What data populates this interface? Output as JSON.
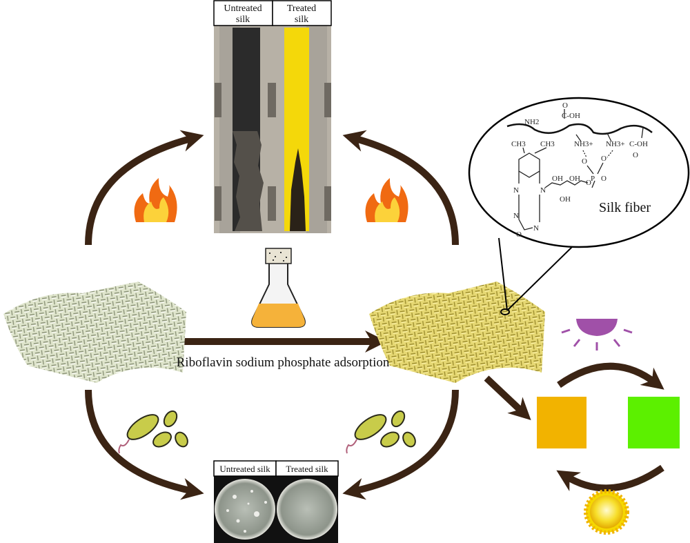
{
  "flame_test": {
    "labels": [
      "Untreated silk",
      "Treated silk"
    ],
    "label_lines": [
      [
        "Untreated",
        "silk"
      ],
      [
        "Treated",
        "silk"
      ]
    ]
  },
  "antibacterial_test": {
    "labels": [
      "Untreated silk",
      "Treated silk"
    ]
  },
  "process_label": "Riboflavin sodium phosphate adsorption",
  "inset": {
    "title": "Silk fiber",
    "atoms": [
      "NH2",
      "O",
      "C-OH",
      "CH3",
      "CH3",
      "NH3+",
      "NH3+",
      "C-OH",
      "O",
      "O",
      "O",
      "P",
      "O",
      "O",
      "OH",
      "OH",
      "OH",
      "N",
      "N",
      "N",
      "N",
      "O"
    ]
  },
  "colors": {
    "arrow": "#3b2414",
    "untreated_fabric": "#dfe5cc",
    "treated_fabric": "#e6d873",
    "square_before": "#f2b300",
    "square_after": "#5cf000",
    "uv_lamp": "#a050a8",
    "sun": "#f5d800"
  },
  "icons": [
    "fire-icon",
    "bacteria-icon",
    "flask-icon",
    "uv-lamp-icon",
    "sun-icon"
  ]
}
